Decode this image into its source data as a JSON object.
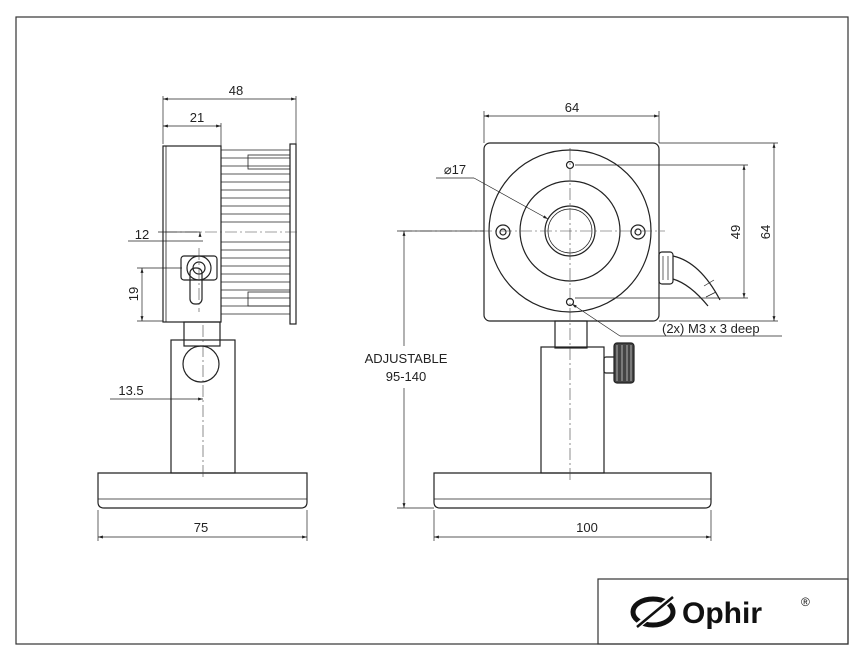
{
  "side_view": {
    "overall_depth": "48",
    "head_depth": "21",
    "aperture_offset": "12",
    "connector_offset": "19",
    "post_offset": "13.5",
    "base_width": "75"
  },
  "front_view": {
    "head_width": "64",
    "head_height": "64",
    "hole_spacing": "49",
    "aperture_diameter": "⌀17",
    "base_width": "100",
    "height_label_line1": "ADJUSTABLE",
    "height_label_line2": "95-140",
    "mount_holes_note": "(2x) M3 x 3 deep"
  },
  "logo": {
    "brand": "Ophir",
    "registered_mark": "®"
  }
}
